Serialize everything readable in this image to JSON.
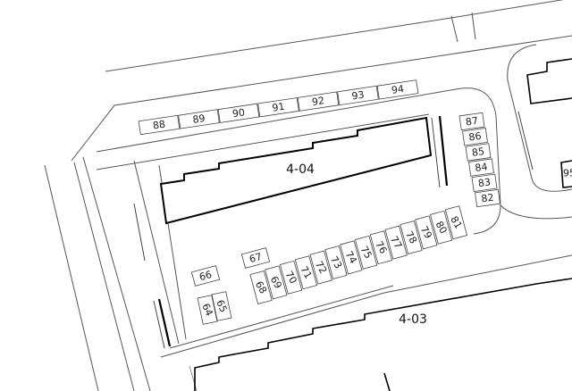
{
  "buildings": [
    {
      "id": "b404",
      "label": "4-04"
    },
    {
      "id": "b403",
      "label": "4-03"
    }
  ],
  "parking": {
    "top_row": [
      "88",
      "89",
      "90",
      "91",
      "92",
      "93",
      "94"
    ],
    "right_column": [
      "87",
      "86",
      "85",
      "84",
      "83",
      "82"
    ],
    "inner_row": [
      "68",
      "69",
      "70",
      "71",
      "72",
      "73",
      "74",
      "75",
      "76",
      "77",
      "78",
      "79",
      "80",
      "81"
    ],
    "misc": [
      "66",
      "67",
      "64",
      "65"
    ]
  },
  "offmap_labels": [
    "95"
  ]
}
